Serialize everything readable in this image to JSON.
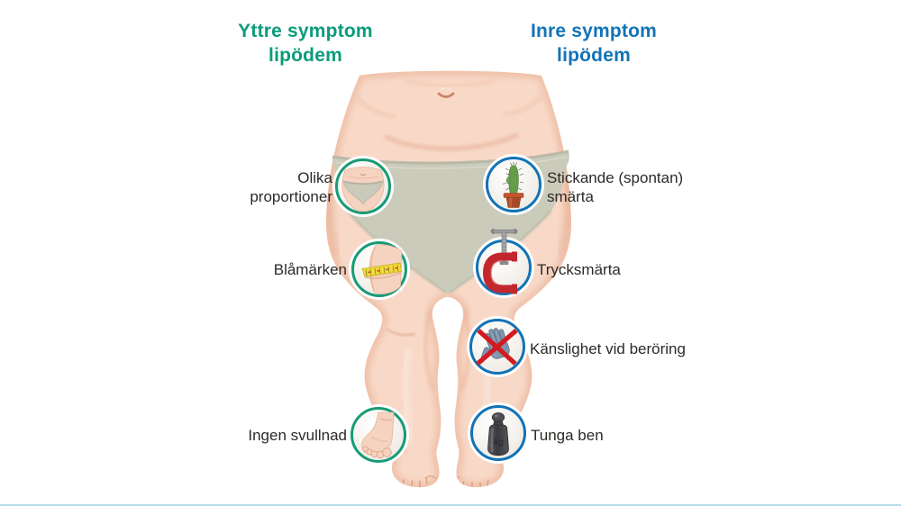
{
  "titles": {
    "left": "Yttre symptom lipödem",
    "right": "Inre symptom lipödem"
  },
  "left_items": [
    {
      "label": "Olika proportioner",
      "icon": "hips-proportions-icon"
    },
    {
      "label": "Blåmärken",
      "icon": "measuring-tape-icon"
    },
    {
      "label": "Ingen svullnad",
      "icon": "foot-icon"
    }
  ],
  "right_items": [
    {
      "label": "Stickande (spontan) smärta",
      "icon": "cactus-icon"
    },
    {
      "label": "Trycksmärta",
      "icon": "clamp-icon"
    },
    {
      "label": "Känslighet vid beröring",
      "icon": "no-touch-hand-icon"
    },
    {
      "label": "Tunga ben",
      "icon": "kilogram-weight-icon"
    }
  ],
  "icons": {
    "weight_text": "kg"
  },
  "colors": {
    "left_accent": "#0a9c7a",
    "right_accent": "#1273b6",
    "label_text": "#2d2a27",
    "alert_red": "#d41a21",
    "skin": "#f8d9c8",
    "underwear": "#cbcbbb",
    "bottom_rule": "#b9dcec"
  }
}
